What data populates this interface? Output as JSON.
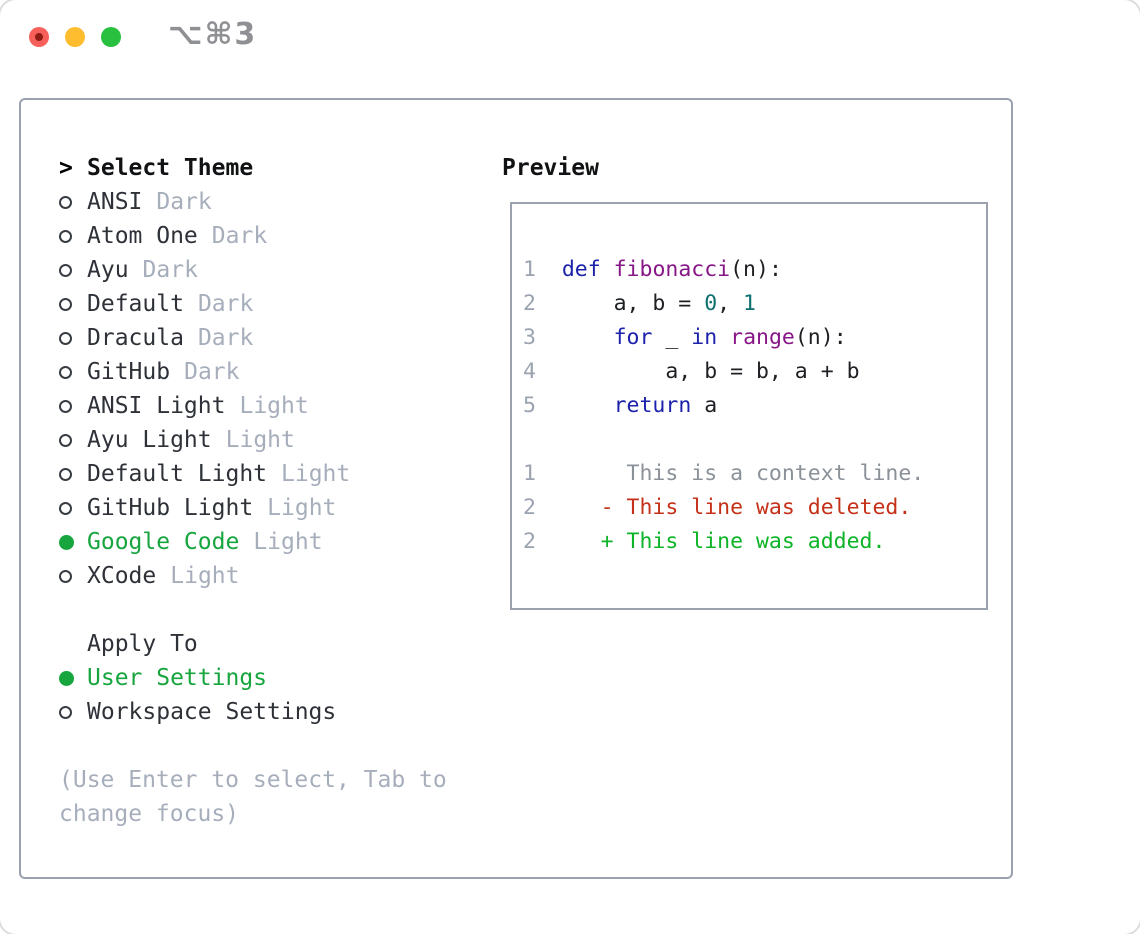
{
  "titlebar": {
    "shortcut": "⌥⌘3",
    "traffic_lights": [
      {
        "name": "close",
        "color": "#f7605a",
        "inner_dot": "#8f1c14"
      },
      {
        "name": "minimize",
        "color": "#fdbd2f"
      },
      {
        "name": "zoom",
        "color": "#2ac03f"
      }
    ]
  },
  "theme_panel": {
    "prompt": ">",
    "title": "Select Theme",
    "themes": [
      {
        "name": "ANSI",
        "tag": "Dark",
        "selected": false
      },
      {
        "name": "Atom One",
        "tag": "Dark",
        "selected": false
      },
      {
        "name": "Ayu",
        "tag": "Dark",
        "selected": false
      },
      {
        "name": "Default",
        "tag": "Dark",
        "selected": false
      },
      {
        "name": "Dracula",
        "tag": "Dark",
        "selected": false
      },
      {
        "name": "GitHub",
        "tag": "Dark",
        "selected": false
      },
      {
        "name": "ANSI Light",
        "tag": "Light",
        "selected": false
      },
      {
        "name": "Ayu Light",
        "tag": "Light",
        "selected": false
      },
      {
        "name": "Default Light",
        "tag": "Light",
        "selected": false
      },
      {
        "name": "GitHub Light",
        "tag": "Light",
        "selected": false
      },
      {
        "name": "Google Code",
        "tag": "Light",
        "selected": true
      },
      {
        "name": "XCode",
        "tag": "Light",
        "selected": false
      }
    ],
    "apply_to": {
      "title": "Apply To",
      "options": [
        {
          "name": "User Settings",
          "selected": true
        },
        {
          "name": "Workspace Settings",
          "selected": false
        }
      ]
    },
    "help": "(Use Enter to select, Tab to change focus)"
  },
  "preview": {
    "title": "Preview",
    "lines": [
      {
        "ln": "1",
        "tokens": [
          {
            "c": "kw",
            "t": "def"
          },
          {
            "c": "pl",
            "t": " "
          },
          {
            "c": "fn",
            "t": "fibonacci"
          },
          {
            "c": "pl",
            "t": "(n):"
          }
        ]
      },
      {
        "ln": "2",
        "tokens": [
          {
            "c": "pl",
            "t": "    a, b = "
          },
          {
            "c": "lit",
            "t": "0"
          },
          {
            "c": "pl",
            "t": ", "
          },
          {
            "c": "lit",
            "t": "1"
          }
        ]
      },
      {
        "ln": "3",
        "tokens": [
          {
            "c": "pl",
            "t": "    "
          },
          {
            "c": "kw",
            "t": "for"
          },
          {
            "c": "pl",
            "t": " _ "
          },
          {
            "c": "kw",
            "t": "in"
          },
          {
            "c": "pl",
            "t": " "
          },
          {
            "c": "fn",
            "t": "range"
          },
          {
            "c": "pl",
            "t": "(n):"
          }
        ]
      },
      {
        "ln": "4",
        "tokens": [
          {
            "c": "pl",
            "t": "        a, b = b, a + b"
          }
        ]
      },
      {
        "ln": "5",
        "tokens": [
          {
            "c": "pl",
            "t": "    "
          },
          {
            "c": "kw",
            "t": "return"
          },
          {
            "c": "pl",
            "t": " a"
          }
        ]
      },
      {
        "ln": "",
        "tokens": []
      },
      {
        "ln": "1",
        "tokens": [
          {
            "c": "ctx",
            "t": "     This is a context line."
          }
        ]
      },
      {
        "ln": "2",
        "tokens": [
          {
            "c": "del",
            "t": "   - This line was deleted."
          }
        ]
      },
      {
        "ln": "2",
        "tokens": [
          {
            "c": "add",
            "t": "   + This line was added."
          }
        ]
      }
    ]
  },
  "colors": {
    "accent_green": "#17a53e",
    "name_text": "#2e3238",
    "muted": "#a7aebb",
    "border": "#9aa2ad",
    "code_kw": "#1c22aa",
    "code_fn": "#871687",
    "code_lit": "#0e6f6f",
    "code_plain": "#1d1f23",
    "diff_ctx": "#8b9199",
    "diff_del": "#c53118",
    "diff_add": "#0db427",
    "lineno": "#9aa3af",
    "shortcut": "#8f9094"
  }
}
